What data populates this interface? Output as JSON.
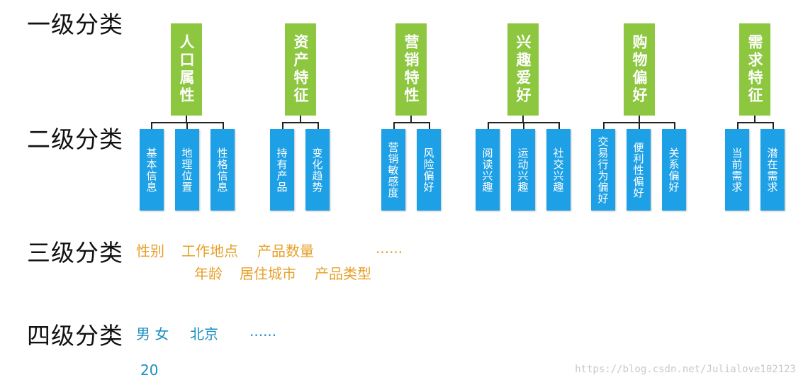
{
  "levels": {
    "l1": "一级分类",
    "l2": "二级分类",
    "l3": "三级分类",
    "l4": "四级分类"
  },
  "categories": [
    {
      "name": "人口属性",
      "children": [
        "基本信息",
        "地理位置",
        "性格信息"
      ]
    },
    {
      "name": "资产特征",
      "children": [
        "持有产品",
        "变化趋势"
      ]
    },
    {
      "name": "营销特性",
      "children": [
        "营销敏感度",
        "风险偏好"
      ]
    },
    {
      "name": "兴趣爱好",
      "children": [
        "阅读兴趣",
        "运动兴趣",
        "社交兴趣"
      ]
    },
    {
      "name": "购物偏好",
      "children": [
        "交易行为偏好",
        "便利性偏好",
        "关系偏好"
      ]
    },
    {
      "name": "需求特征",
      "children": [
        "当前需求",
        "潜在需求"
      ]
    }
  ],
  "level3_items": {
    "row1": [
      "性别",
      "工作地点",
      "产品数量",
      "......"
    ],
    "row2": [
      "年龄",
      "居住城市",
      "产品类型"
    ]
  },
  "level4_items": [
    "男 女",
    "北京",
    "......"
  ],
  "footer_number": "20",
  "watermark": "https://blog.csdn.net/Julialove102123",
  "colors": {
    "level1_box": "#8dc63f",
    "level2_box": "#1ea0e6",
    "level3_text": "#e6a02a",
    "level4_text": "#1a8fc0"
  }
}
